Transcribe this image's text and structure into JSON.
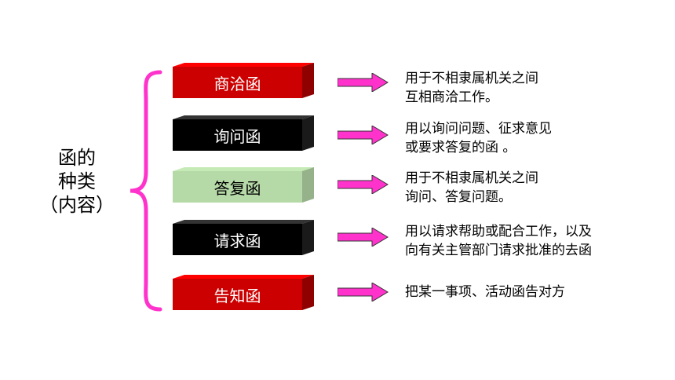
{
  "category": {
    "line1": "函的",
    "line2": "种类",
    "line3": "（内容）"
  },
  "colors": {
    "brace": "#ff33cc",
    "arrow": "#ff33cc",
    "red": "#cc0000",
    "black": "#000000",
    "green": "#b6d9a8"
  },
  "items": [
    {
      "label": "商洽函",
      "color": "red",
      "desc1": "用于不相隶属机关之间",
      "desc2": "互相商洽工作。"
    },
    {
      "label": "询问函",
      "color": "black",
      "desc1": "用以询问问题、征求意见",
      "desc2": "或要求答复的函 。"
    },
    {
      "label": "答复函",
      "color": "green",
      "desc1": "用于不相隶属机关之间",
      "desc2": "询问、答复问题。"
    },
    {
      "label": "请求函",
      "color": "black",
      "desc1": "用以请求帮助或配合工作，以及",
      "desc2": "向有关主管部门请求批准的去函"
    },
    {
      "label": "告知函",
      "color": "red",
      "desc1": "把某一事项、活动函告对方",
      "desc2": ""
    }
  ]
}
